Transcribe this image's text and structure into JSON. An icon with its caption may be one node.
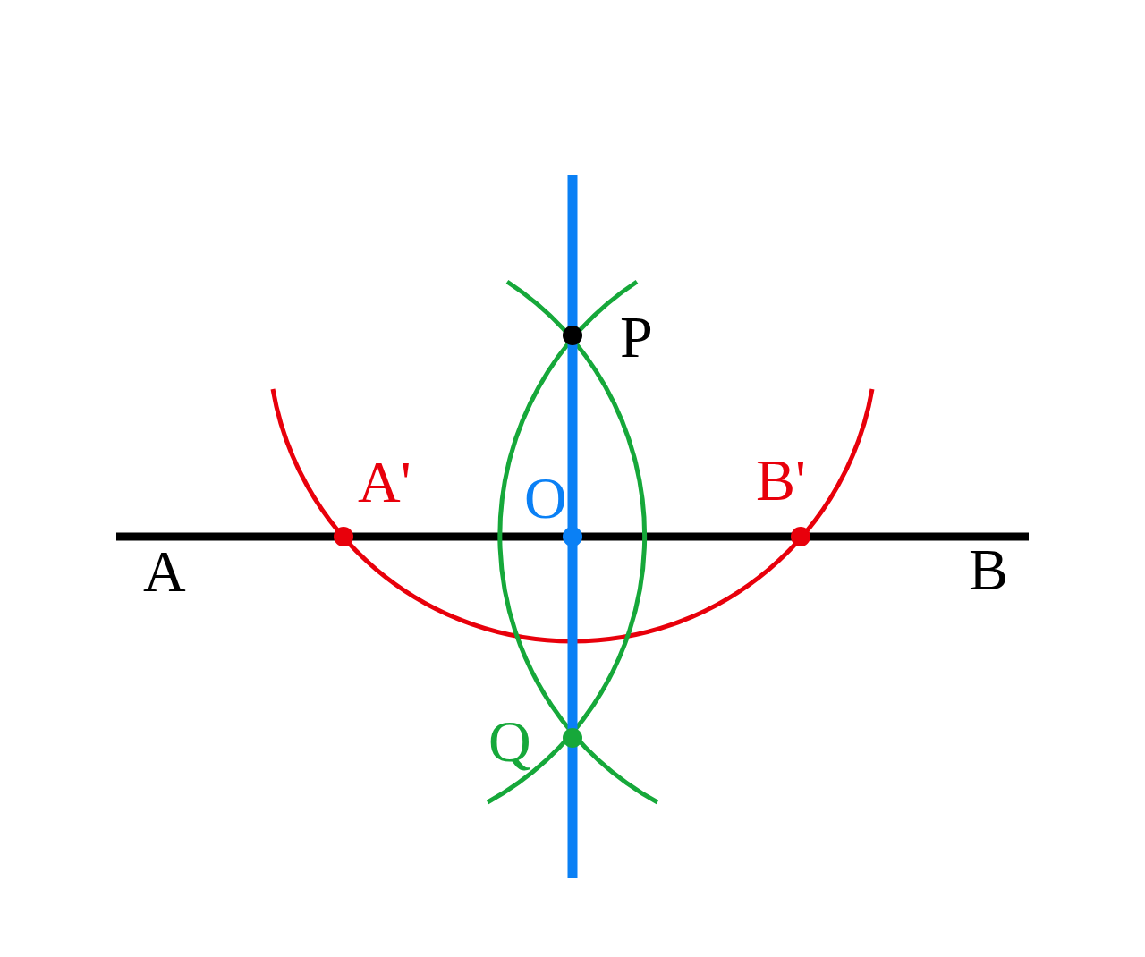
{
  "diagram": {
    "labels": [
      "P",
      "A'",
      "O",
      "B'",
      "A",
      "B",
      "Q"
    ]
  }
}
